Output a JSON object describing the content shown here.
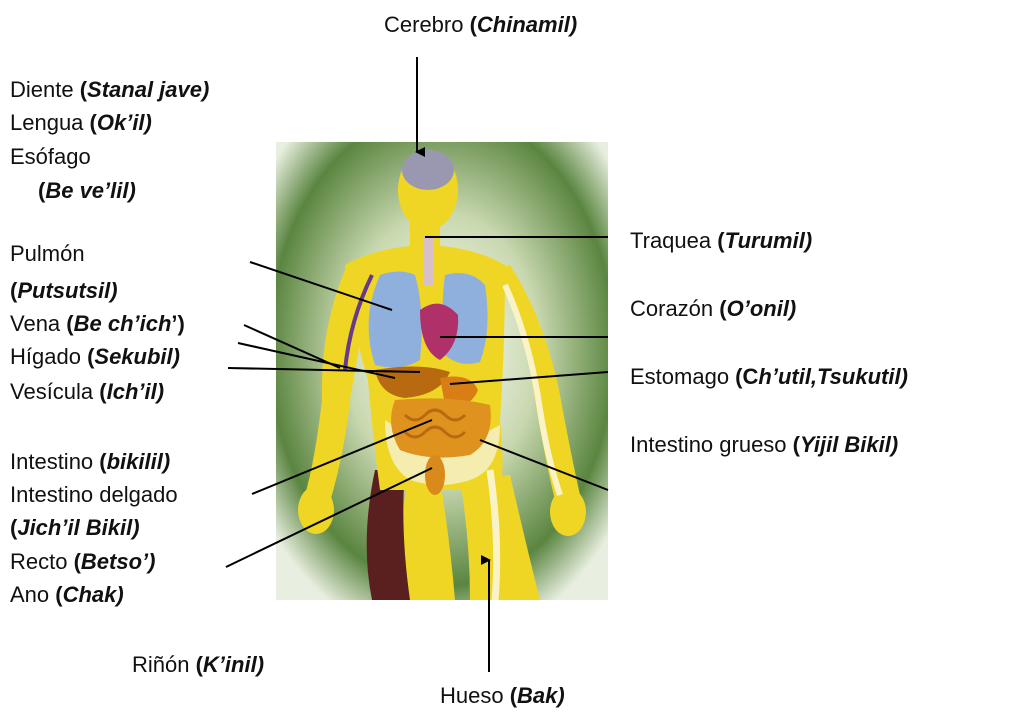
{
  "labels": {
    "cerebro": {
      "name": "Cerebro ",
      "open": "(",
      "term": "Chinamil)",
      "close": ""
    },
    "diente": {
      "name": "Diente ",
      "open": "(",
      "term": "Stanal jave)",
      "close": ""
    },
    "lengua": {
      "name": "Lengua ",
      "open": "(",
      "term": "Ok’il)",
      "close": ""
    },
    "esofago": {
      "name": "Esófago",
      "open": "(",
      "term": "Be ve’lil)",
      "close": ""
    },
    "pulmon": {
      "name": "Pulmón",
      "open": "(",
      "term": "Putsutsil)",
      "close": ""
    },
    "vena": {
      "name": "Vena ",
      "open": "(",
      "term": "Be ch’ich",
      "close": "’)"
    },
    "higado": {
      "name": "Hígado ",
      "open": "(",
      "term": "Sekubil)",
      "close": ""
    },
    "vesicula": {
      "name": "Vesícula ",
      "open": "(",
      "term": "Ich’il)",
      "close": ""
    },
    "intestino": {
      "name": "Intestino ",
      "open": "(",
      "term": "bikilil)",
      "close": ""
    },
    "intestino_delgado": {
      "name": "Intestino  delgado",
      "open": "(",
      "term": "Jich’il Bikil)",
      "close": ""
    },
    "recto": {
      "name": "Recto ",
      "open": "(",
      "term": "Betso’)",
      "close": ""
    },
    "ano": {
      "name": "Ano ",
      "open": "(",
      "term": "Chak)",
      "close": ""
    },
    "rinon": {
      "name": "Riñón ",
      "open": "(",
      "term": "K’inil)",
      "close": ""
    },
    "hueso": {
      "name": "Hueso ",
      "open": "(",
      "term": "Bak)",
      "close": ""
    },
    "traquea": {
      "name": "Traquea ",
      "open": "(",
      "term": "Turumil)",
      "close": ""
    },
    "corazon": {
      "name": "Corazón ",
      "open": "(",
      "term": "O’onil)",
      "close": ""
    },
    "estomago": {
      "name": "Estomago ",
      "open": "(C",
      "term": "h’util,Tsukutil)",
      "close": ""
    },
    "intestino_grueso": {
      "name": "Intestino grueso ",
      "open": "(",
      "term": "Yijil Bikil)",
      "close": ""
    }
  },
  "colors": {
    "background_green": "#3f6b2e",
    "body_yellow": "#f0d624",
    "lung_blue": "#8fb0dd",
    "liver_brown": "#b86a10",
    "intestine_orange": "#e0921e",
    "heart_magenta": "#b0306a",
    "brain_gray": "#9a98b0"
  }
}
